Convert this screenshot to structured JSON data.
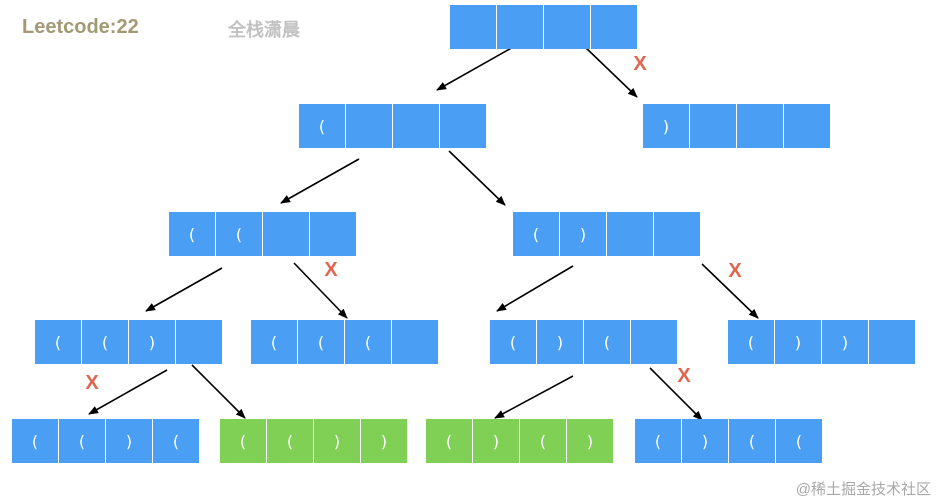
{
  "header": {
    "title": "Leetcode:22",
    "author": "全栈潇晨"
  },
  "watermark": "@稀土掘金技术社区",
  "prune_mark": "X",
  "colors": {
    "cell_blue": "#4a9ff5",
    "cell_green": "#7fd055",
    "arrow": "#000000",
    "prune": "#e2664f"
  },
  "nodes": [
    {
      "id": "root",
      "cells": [
        "",
        "",
        "",
        ""
      ],
      "status": "partial"
    },
    {
      "id": "n1",
      "cells": [
        "(",
        "",
        "",
        ""
      ],
      "status": "partial"
    },
    {
      "id": "n2",
      "cells": [
        ")",
        "",
        "",
        ""
      ],
      "status": "pruned"
    },
    {
      "id": "n3",
      "cells": [
        "(",
        "(",
        "",
        ""
      ],
      "status": "partial"
    },
    {
      "id": "n4",
      "cells": [
        "(",
        ")",
        "",
        ""
      ],
      "status": "partial"
    },
    {
      "id": "n5",
      "cells": [
        "(",
        "(",
        ")",
        ""
      ],
      "status": "partial"
    },
    {
      "id": "n6",
      "cells": [
        "(",
        "(",
        "(",
        ""
      ],
      "status": "pruned"
    },
    {
      "id": "n7",
      "cells": [
        "(",
        ")",
        "(",
        ""
      ],
      "status": "partial"
    },
    {
      "id": "n8",
      "cells": [
        "(",
        ")",
        ")",
        ""
      ],
      "status": "pruned"
    },
    {
      "id": "n9",
      "cells": [
        "(",
        "(",
        ")",
        "("
      ],
      "status": "pruned"
    },
    {
      "id": "n10",
      "cells": [
        "(",
        "(",
        ")",
        ")"
      ],
      "status": "valid"
    },
    {
      "id": "n11",
      "cells": [
        "(",
        ")",
        "(",
        ")"
      ],
      "status": "valid"
    },
    {
      "id": "n12",
      "cells": [
        "(",
        ")",
        "(",
        "("
      ],
      "status": "pruned"
    }
  ],
  "edges": [
    {
      "from": "root",
      "to": "n1",
      "pruned": false
    },
    {
      "from": "root",
      "to": "n2",
      "pruned": true
    },
    {
      "from": "n1",
      "to": "n3",
      "pruned": false
    },
    {
      "from": "n1",
      "to": "n4",
      "pruned": false
    },
    {
      "from": "n3",
      "to": "n5",
      "pruned": false
    },
    {
      "from": "n3",
      "to": "n6",
      "pruned": true
    },
    {
      "from": "n4",
      "to": "n7",
      "pruned": false
    },
    {
      "from": "n4",
      "to": "n8",
      "pruned": true
    },
    {
      "from": "n5",
      "to": "n9",
      "pruned": true
    },
    {
      "from": "n5",
      "to": "n10",
      "pruned": false
    },
    {
      "from": "n7",
      "to": "n11",
      "pruned": false
    },
    {
      "from": "n7",
      "to": "n12",
      "pruned": true
    }
  ]
}
